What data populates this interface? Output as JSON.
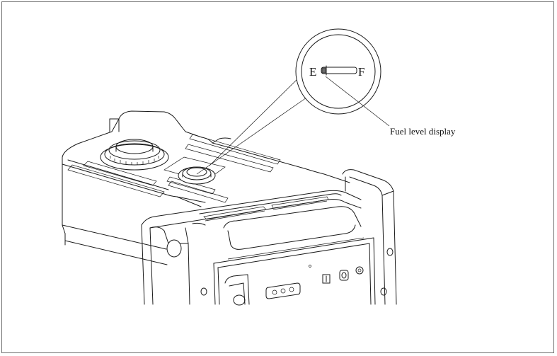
{
  "figure": {
    "callout_label": "Fuel level display",
    "gauge_empty_mark": "E",
    "gauge_full_mark": "F",
    "gauge_level_fraction": 0.05
  }
}
